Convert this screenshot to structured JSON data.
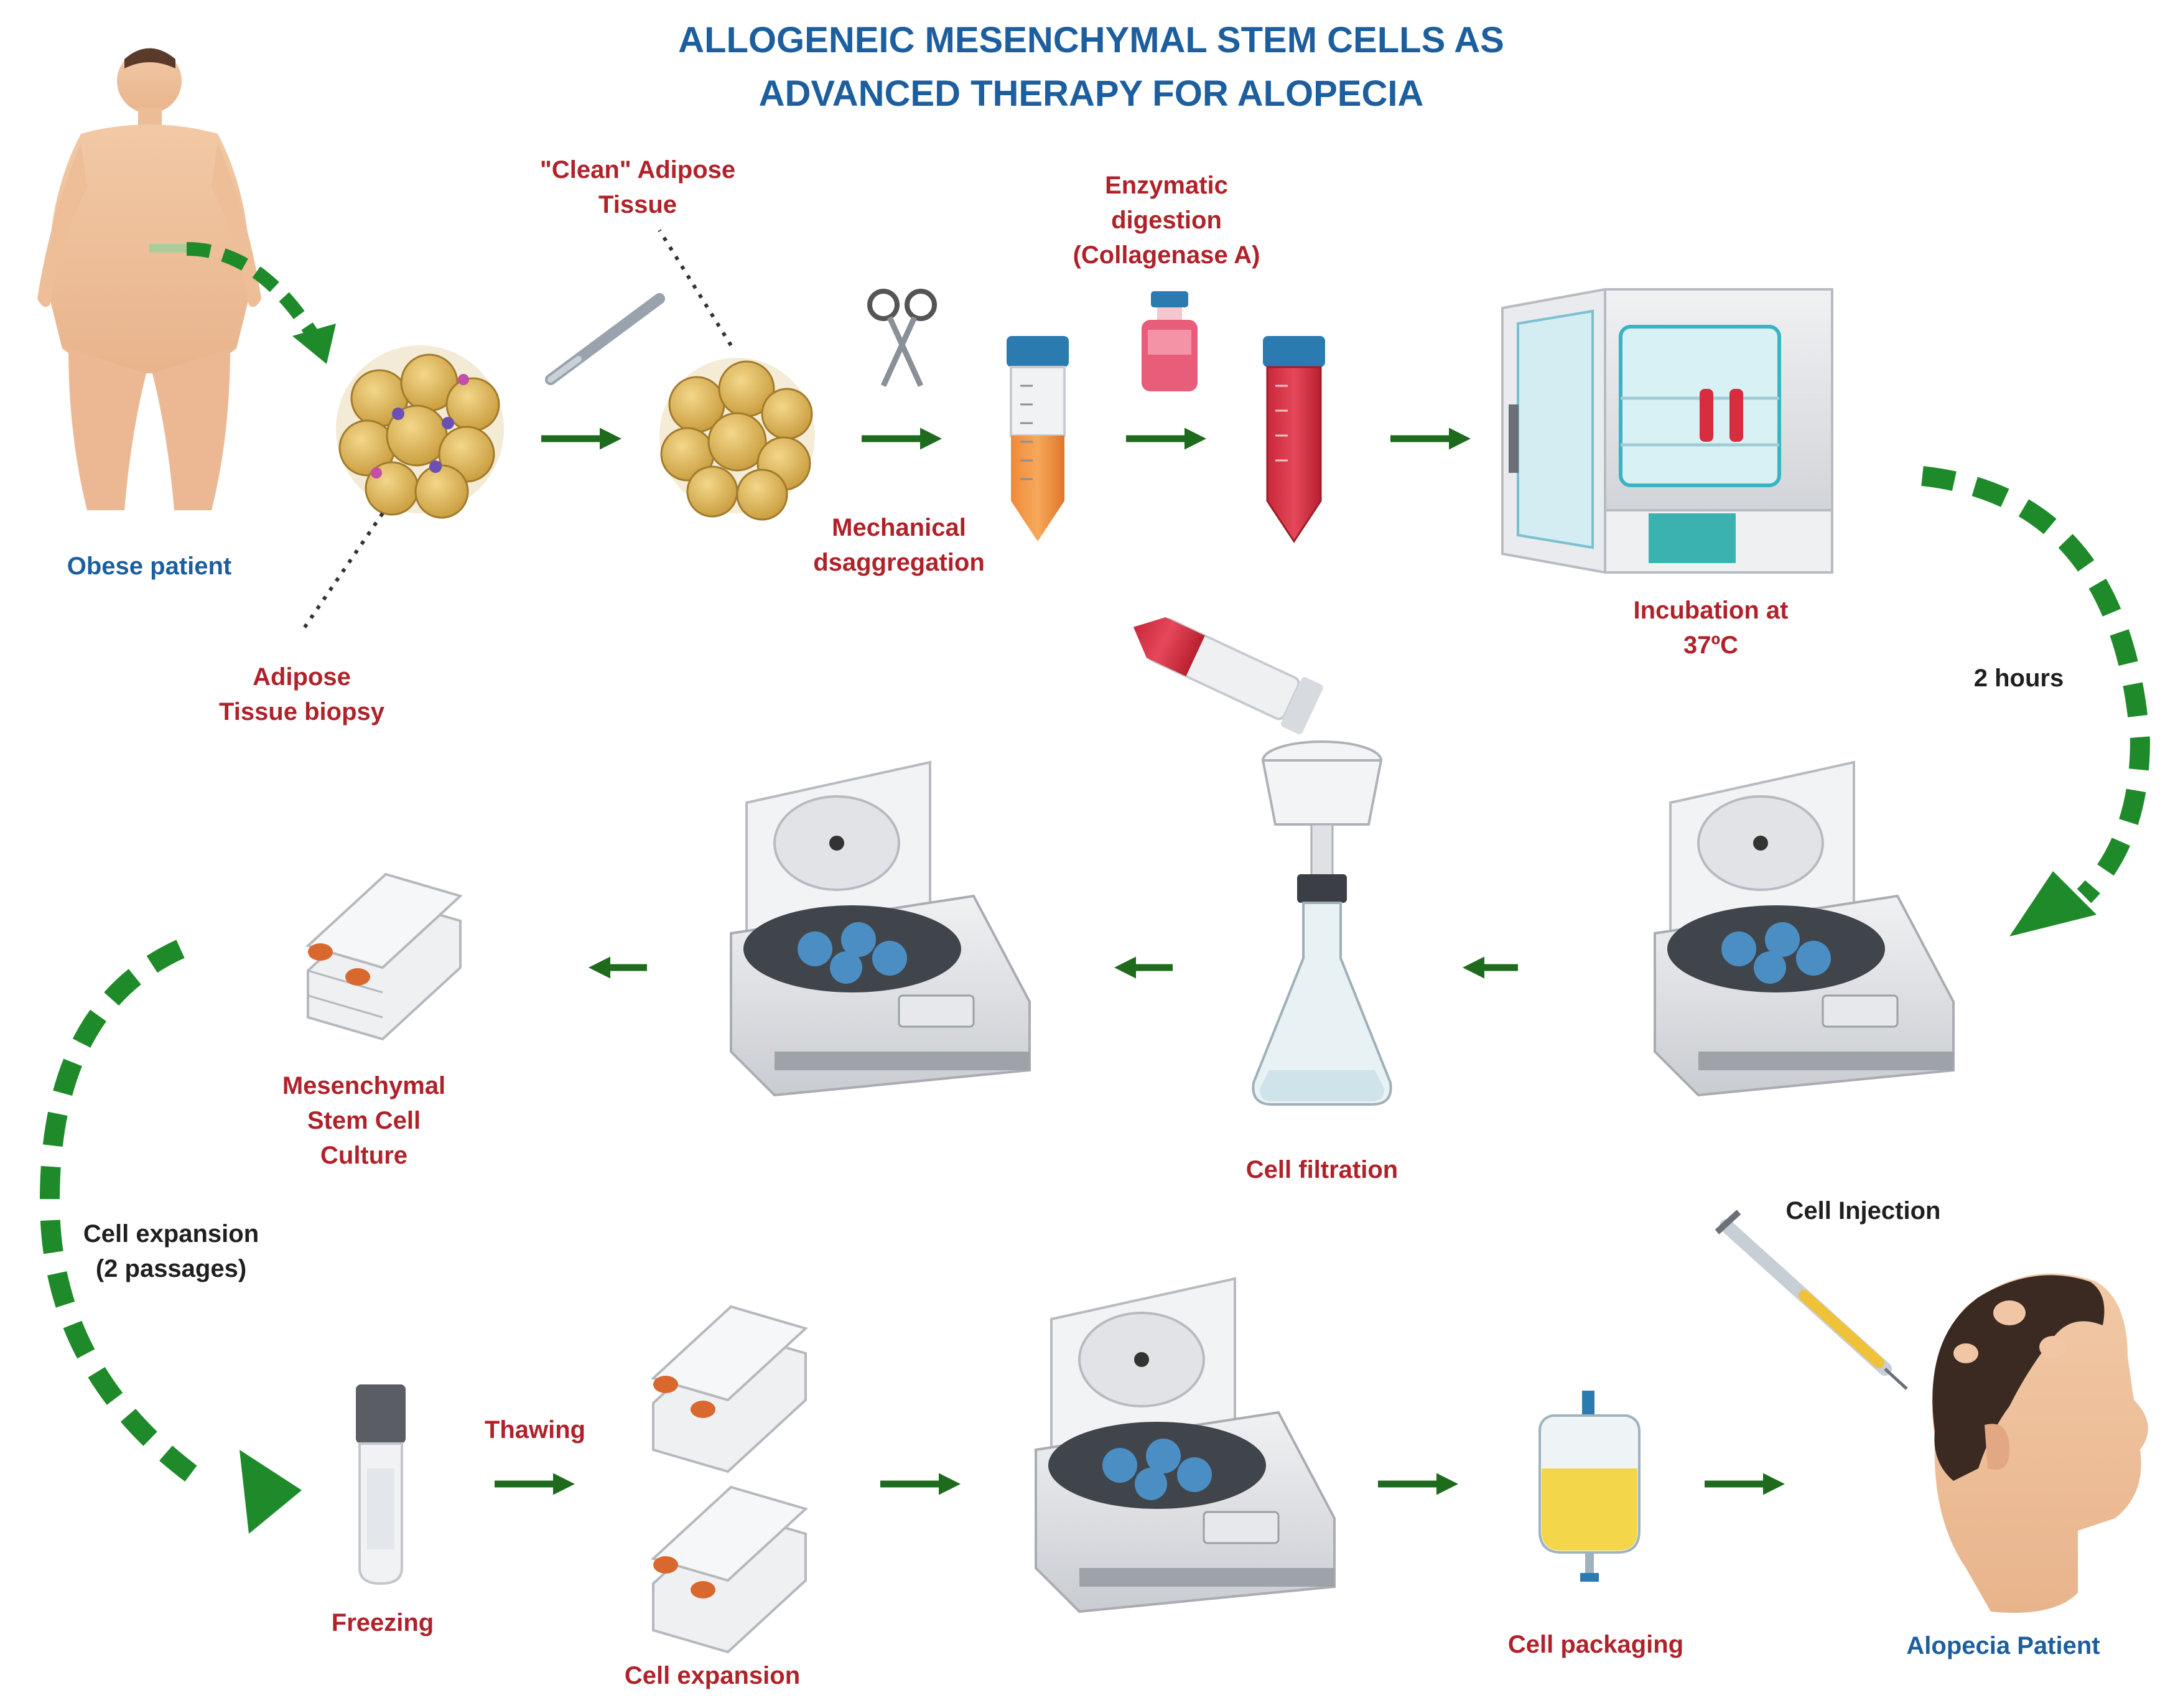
{
  "title": {
    "line1": "ALLOGENEIC MESENCHYMAL STEM CELLS AS",
    "line2": "ADVANCED THERAPY FOR ALOPECIA"
  },
  "labels": {
    "obese_patient": "Obese patient",
    "clean_adipose_1": "\"Clean\" Adipose",
    "clean_adipose_2": "Tissue",
    "enzymatic_1": "Enzymatic",
    "enzymatic_2": "digestion",
    "enzymatic_3": "(Collagenase A)",
    "mechanical_1": "Mechanical",
    "mechanical_2": "dsaggregation",
    "adipose_biopsy_1": "Adipose",
    "adipose_biopsy_2": "Tissue biopsy",
    "incubation_1": "Incubation at",
    "incubation_2": "37ºC",
    "two_hours": "2 hours",
    "msc_culture_1": "Mesenchymal",
    "msc_culture_2": "Stem Cell",
    "msc_culture_3": "Culture",
    "cell_filtration": "Cell filtration",
    "cell_injection": "Cell Injection",
    "cell_expansion_passages_1": "Cell expansion",
    "cell_expansion_passages_2": "(2 passages)",
    "thawing": "Thawing",
    "freezing": "Freezing",
    "cell_expansion": "Cell expansion",
    "cell_packaging": "Cell packaging",
    "alopecia_patient": "Alopecia Patient"
  },
  "colors": {
    "title_blue": "#1d5f9e",
    "label_red": "#b0222a",
    "arrow_green": "#1e6b1e",
    "dashed_green": "#1e8a2a"
  }
}
